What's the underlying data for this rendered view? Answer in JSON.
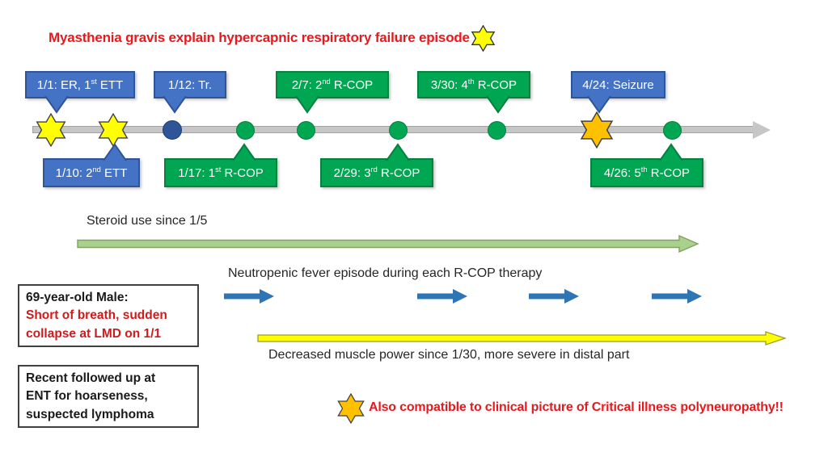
{
  "title": {
    "text": "Myasthenia gravis explain hypercapnic respiratory failure episode"
  },
  "callouts_top": [
    {
      "prefix": "1/1: ER, 1",
      "sup": "st",
      "suffix": " ETT",
      "color": "blue"
    },
    {
      "prefix": "1/12: Tr.",
      "sup": "",
      "suffix": "",
      "color": "blue"
    },
    {
      "prefix": "2/7: 2",
      "sup": "nd",
      "suffix": " R-COP",
      "color": "green"
    },
    {
      "prefix": "3/30: 4",
      "sup": "th",
      "suffix": " R-COP",
      "color": "green"
    },
    {
      "prefix": "4/24: Seizure",
      "sup": "",
      "suffix": "",
      "color": "blue"
    }
  ],
  "callouts_bottom": [
    {
      "prefix": "1/10: 2",
      "sup": "nd",
      "suffix": " ETT",
      "color": "blue"
    },
    {
      "prefix": "1/17: 1",
      "sup": "st",
      "suffix": " R-COP",
      "color": "green"
    },
    {
      "prefix": "2/29: 3",
      "sup": "rd",
      "suffix": " R-COP",
      "color": "green"
    },
    {
      "prefix": "4/26: 5",
      "sup": "th",
      "suffix": " R-COP",
      "color": "green"
    }
  ],
  "timeline": {
    "markers": [
      {
        "type": "star",
        "color": "yellow"
      },
      {
        "type": "star",
        "color": "yellow"
      },
      {
        "type": "dot",
        "color": "blue"
      },
      {
        "type": "dot",
        "color": "green"
      },
      {
        "type": "dot",
        "color": "green"
      },
      {
        "type": "dot",
        "color": "green"
      },
      {
        "type": "dot",
        "color": "green"
      },
      {
        "type": "star",
        "color": "orange"
      },
      {
        "type": "dot",
        "color": "green"
      }
    ]
  },
  "bands": {
    "steroid_label": "Steroid use since 1/5",
    "neutropenic_label": "Neutropenic fever episode during each R-COP therapy",
    "muscle_label": "Decreased muscle power since 1/30, more severe in distal part"
  },
  "info_boxes": {
    "patient": {
      "line1": "69-year-old Male:",
      "line2": "Short of breath, sudden",
      "line3": "collapse at LMD on 1/1"
    },
    "history": {
      "line1": "Recent followed up at",
      "line2": "ENT for hoarseness,",
      "line3": "suspected lymphoma"
    }
  },
  "footnote": {
    "text": "Also compatible to clinical picture of Critical illness polyneuropathy!!"
  },
  "icons": {
    "title_star": "yellow-hexagram-star",
    "event_star_yellow": "yellow-hexagram-star",
    "event_star_orange": "orange-hexagram-star",
    "footnote_star": "orange-hexagram-star"
  },
  "colors": {
    "red_text": "#e8191c",
    "callout_blue": "#4472c4",
    "callout_green": "#00a651",
    "star_yellow": "#ffff00",
    "star_orange": "#ffc000",
    "dot_blue": "#2e5597",
    "dot_green": "#00a651",
    "arrow_green": "#a9d18e",
    "arrow_blue": "#2e75b6",
    "arrow_yellow": "#ffff00",
    "timeline_gray": "#c6c6c6"
  }
}
